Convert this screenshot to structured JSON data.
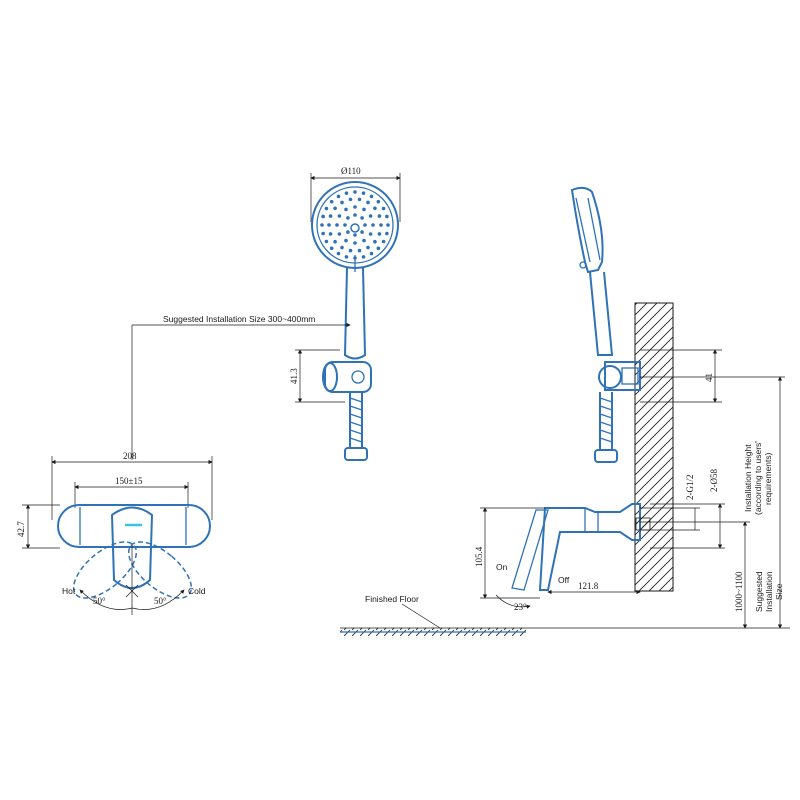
{
  "colors": {
    "line": "#1a1a1a",
    "product": "#2f72b8"
  },
  "head_view": {
    "diameter_label": "Ø110",
    "installation_size_label": "Suggested Installation Size 300~400mm",
    "holder_height_label": "41.3"
  },
  "front_view": {
    "width_label": "208",
    "spacing_label": "150±15",
    "height_label": "42.7",
    "hot_label": "Hot",
    "cold_label": "Cold",
    "angle_left_label": "50°",
    "angle_right_label": "50°"
  },
  "side_view": {
    "bracket_label": "41",
    "thread_label": "2-G1/2",
    "pipe_label": "2-Ø58",
    "depth_label": "121.8",
    "height_label": "105.4",
    "on_label": "On",
    "off_label": "Off",
    "tilt_label": "23°",
    "installation_height_line1": "Installation Height",
    "installation_height_line2": "(according to users'",
    "installation_height_line3": "requirements)",
    "range_label": "1000~1100",
    "suggested_line1": "Suggested",
    "suggested_line2": "Installation",
    "suggested_line3": "Size",
    "floor_label": "Finished Floor"
  }
}
